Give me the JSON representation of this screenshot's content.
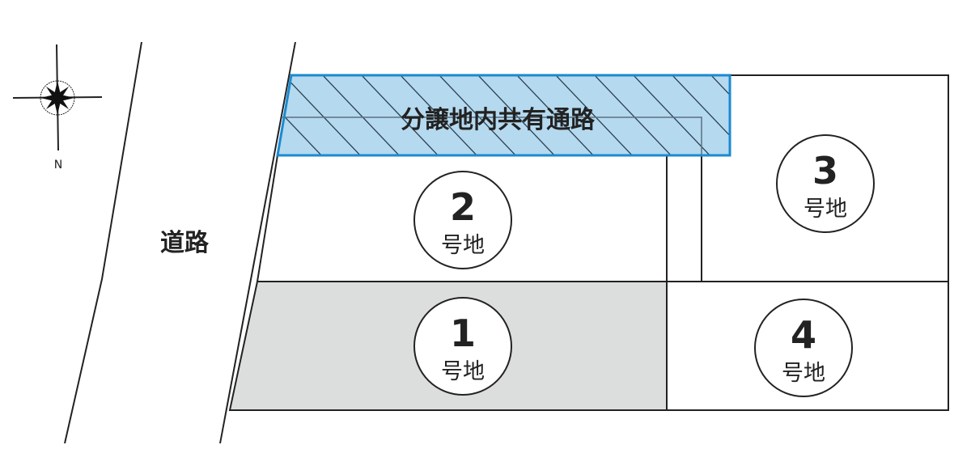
{
  "compass": {
    "north_label": "N"
  },
  "road_label": "道路",
  "shared_road": {
    "label": "分譲地内共有通路",
    "fill": "#b5d9ef",
    "stroke": "#1a8ad0"
  },
  "lots": [
    {
      "number": "1",
      "suffix": "号地",
      "fill": "#dcdddd"
    },
    {
      "number": "2",
      "suffix": "号地",
      "fill": "#ffffff"
    },
    {
      "number": "3",
      "suffix": "号地",
      "fill": "#ffffff"
    },
    {
      "number": "4",
      "suffix": "号地",
      "fill": "#ffffff"
    }
  ]
}
